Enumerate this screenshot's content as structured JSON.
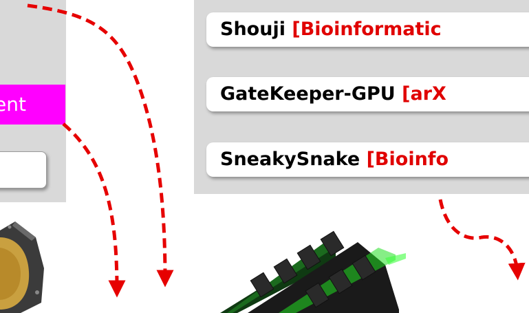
{
  "left_panel": {
    "magenta_label": "ent"
  },
  "right_panel": {
    "items": [
      {
        "name": "Shouji",
        "ref": "[Bioinformatic"
      },
      {
        "name": "GateKeeper-GPU",
        "ref": "[arX"
      },
      {
        "name": "SneakySnake",
        "ref": "[Bioinfo"
      }
    ]
  },
  "colors": {
    "panel": "#d9d9d9",
    "accent_magenta": "#ff00ff",
    "ref_red": "#e00000",
    "arrow_red": "#e60000"
  },
  "icons": {
    "hard_drive": "hard-drive-icon",
    "ram_modules": "ram-memory-icon"
  }
}
